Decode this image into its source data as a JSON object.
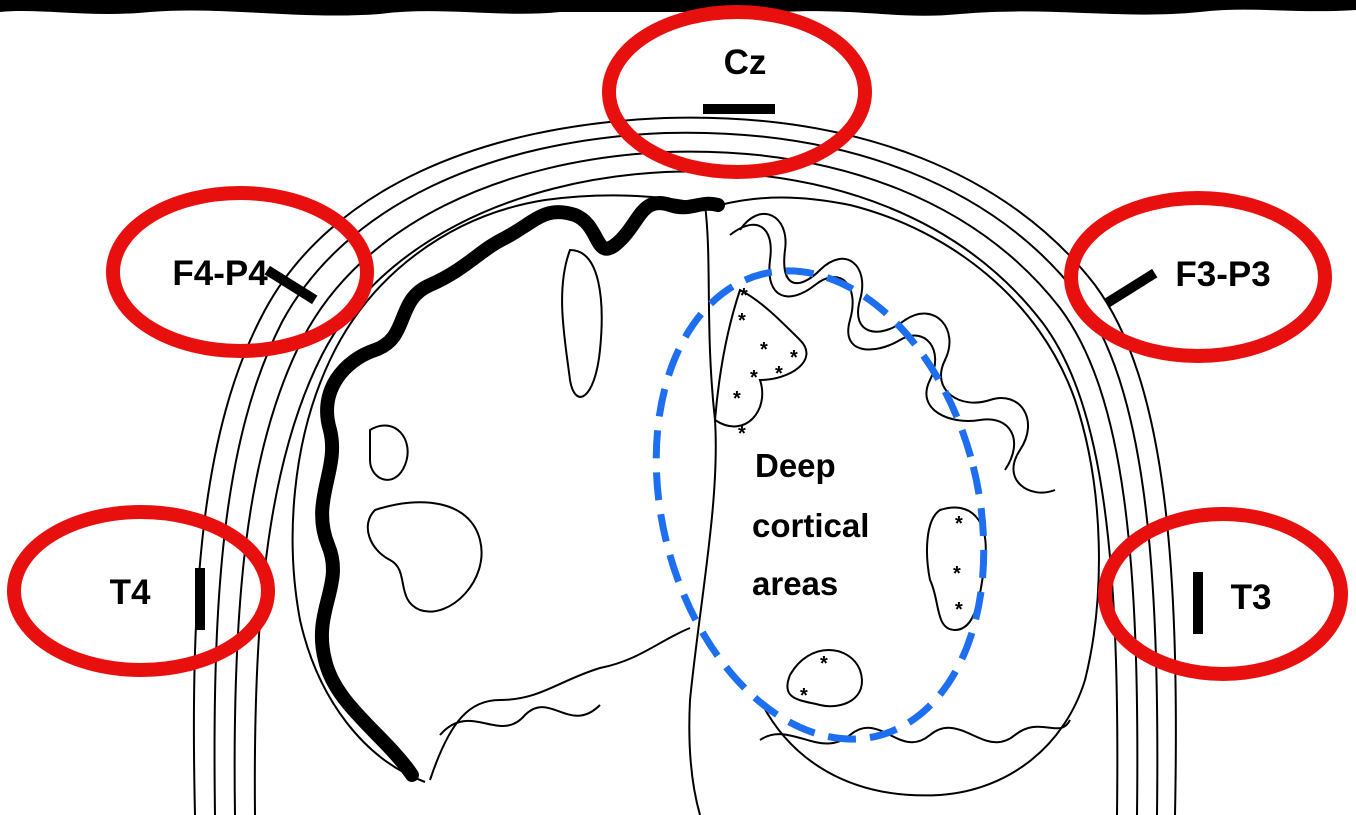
{
  "colors": {
    "electrode_ring": "#e8100f",
    "deep_region_outline": "#1e6ff0",
    "ink": "#000000",
    "background": "#ffffff"
  },
  "electrodes": {
    "cz": "Cz",
    "f4_p4": "F4-P4",
    "f3_p3": "F3-P3",
    "t4": "T4",
    "t3": "T3"
  },
  "deep_region": {
    "line1": "Deep",
    "line2": "cortical",
    "line3": "areas"
  },
  "icons": {
    "electrode_marker": "black-bar-icon",
    "cortical_focus": "asterisk-icon"
  }
}
